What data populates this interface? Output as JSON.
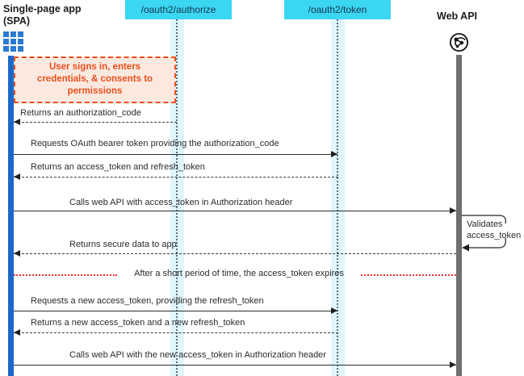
{
  "actors": {
    "spa": {
      "name_line1": "Single-page app",
      "name_line2": "(SPA)"
    },
    "authorize_endpoint": {
      "label": "/oauth2/authorize"
    },
    "token_endpoint": {
      "label": "/oauth2/token"
    },
    "web_api": {
      "label": "Web API"
    }
  },
  "note": {
    "text": "User signs in, enters credentials, & consents to permissions"
  },
  "messages": [
    {
      "text": "Returns an authorization_code",
      "style": "dashed",
      "direction": "left",
      "from": "/oauth2/authorize",
      "to": "SPA"
    },
    {
      "text": "Requests OAuth bearer token providing the authorization_code",
      "style": "solid",
      "direction": "right",
      "from": "SPA",
      "to": "/oauth2/token"
    },
    {
      "text": "Returns an access_token and refresh_token",
      "style": "dashed",
      "direction": "left",
      "from": "/oauth2/token",
      "to": "SPA"
    },
    {
      "text": "Calls web API with access_token in Authorization header",
      "style": "solid",
      "direction": "right",
      "from": "SPA",
      "to": "Web API"
    },
    {
      "text": "Returns secure data to app",
      "style": "dashed",
      "direction": "left",
      "from": "Web API",
      "to": "SPA"
    },
    {
      "text": "Requests a new access_token, providing the refresh_token",
      "style": "solid",
      "direction": "right",
      "from": "SPA",
      "to": "/oauth2/token"
    },
    {
      "text": "Returns a new access_token and a new refresh_token",
      "style": "dashed",
      "direction": "left",
      "from": "/oauth2/token",
      "to": "SPA"
    },
    {
      "text": "Calls web API with the new access_token in Authorization header",
      "style": "solid",
      "direction": "right",
      "from": "SPA",
      "to": "Web API"
    }
  ],
  "self_call": {
    "line1": "Validates",
    "line2": "access_token"
  },
  "divider": {
    "text": "After a short period of time, the access_token expires"
  },
  "colors": {
    "endpoint_fill": "#3bd6f2",
    "endpoint_text": "#15374f",
    "spa_lifeline_blue": "#1c68ca",
    "webapi_lifeline_gray": "#6f6f6f",
    "lifeline_band_cyan": "#e0f6fc",
    "note_fill": "#fbe9e0",
    "note_accent_orange": "#e8501d",
    "divider_red": "#f03232",
    "spa_icon_blue": "#2b79d1",
    "arrow_dark": "#2b2b2b"
  }
}
